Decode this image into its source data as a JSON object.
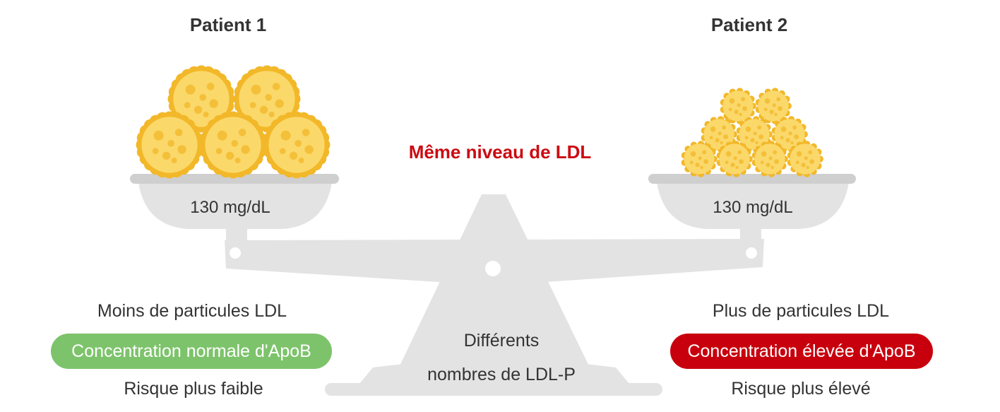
{
  "patients": [
    {
      "title": "Patient 1",
      "amount": "130 mg/dL",
      "particles": "Moins de particules LDL",
      "apob": "Concentration normale d'ApoB",
      "risk": "Risque plus faible"
    },
    {
      "title": "Patient 2",
      "amount": "130 mg/dL",
      "particles": "Plus de particules LDL",
      "apob": "Concentration élevée d'ApoB",
      "risk": "Risque plus élevé"
    }
  ],
  "center": {
    "title": "Même niveau de LDL",
    "note_line1": "Différents",
    "note_line2": "nombres de LDL-P"
  },
  "colors": {
    "accent_red": "#cc0a12",
    "pill_green": "#7dc36b",
    "pill_red": "#c8000d",
    "scale_grey": "#e3e3e3",
    "particle_yellow": "#fbd86a",
    "particle_dark": "#f2b829"
  }
}
